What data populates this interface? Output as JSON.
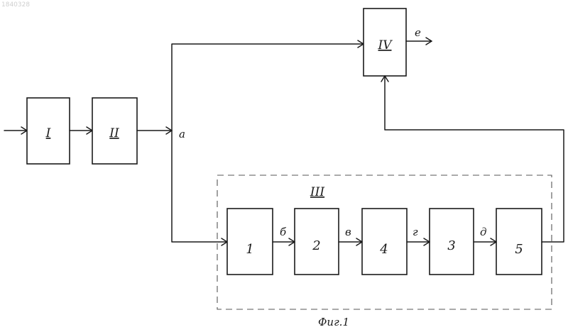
{
  "scan_id": "1840328",
  "blocks": {
    "b1": "I",
    "b2": "II",
    "b3": "III",
    "b4": "IV"
  },
  "chain": {
    "c1": "1",
    "c2": "2",
    "c3": "4",
    "c4": "3",
    "c5": "5"
  },
  "signals": {
    "a": "а",
    "b": "б",
    "v": "в",
    "g": "г",
    "d": "д",
    "e": "е"
  },
  "caption": "Фиг.1"
}
